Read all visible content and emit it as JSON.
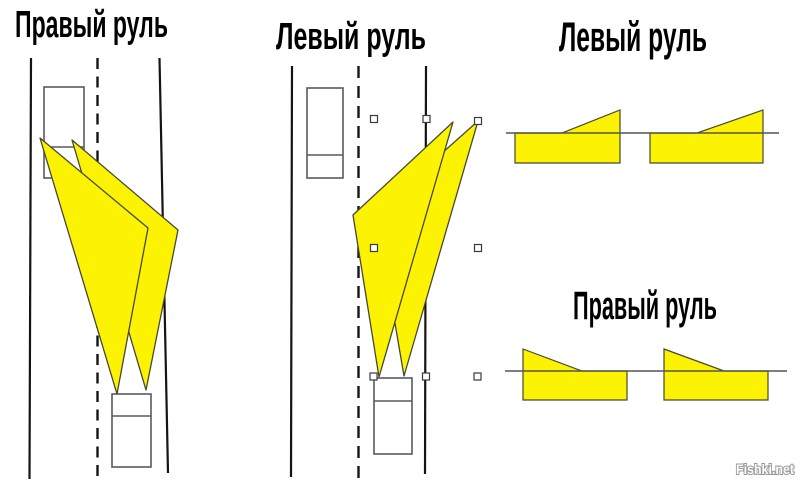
{
  "titles": {
    "left_panel": "Правый руль",
    "middle_panel": "Левый руль",
    "pattern_top": "Левый руль",
    "pattern_bottom": "Правый руль"
  },
  "watermark": "Fishki.net",
  "colors": {
    "background": "#ffffff",
    "beam_fill": "#fcf302",
    "beam_outline": "#474736",
    "road_line": "#141414",
    "car_outline": "#5a5a5a",
    "pattern_line": "#555555",
    "handle_fill": "#ffffff",
    "handle_border": "#3a3a3a"
  }
}
